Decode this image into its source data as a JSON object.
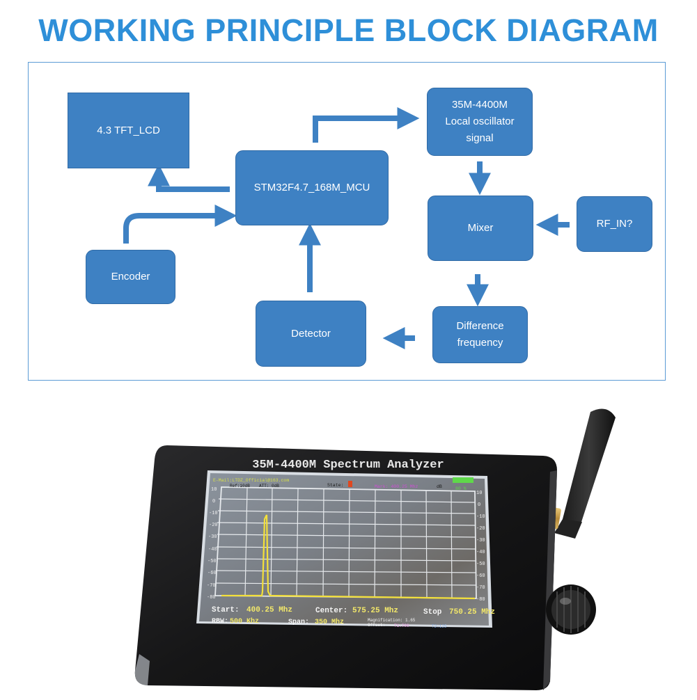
{
  "title": "WORKING PRINCIPLE BLOCK DIAGRAM",
  "colors": {
    "title": "#2e8fd8",
    "block_fill": "#3e81c3",
    "frame": "#5b9bd5"
  },
  "blocks": {
    "lcd": "4.3 TFT_LCD",
    "mcu": "STM32F4.7_168M_MCU",
    "lo": [
      "35M-4400M",
      "Local oscillator",
      "signal"
    ],
    "mixer": "Mixer",
    "rf_in": "RF_IN?",
    "encoder": "Encoder",
    "detector": "Detector",
    "diff": [
      "Difference",
      "frequency"
    ]
  },
  "device": {
    "label": "35M-4400M Spectrum Analyzer",
    "screen": {
      "email": "E-Mail:LTDZ_Official@163.com",
      "ref": "Ref:10dB",
      "att": "ATT: 0dB",
      "state": "State:",
      "mark": "Mark: 400.25 Mhz",
      "db": "dB",
      "battery": "80 %",
      "y_ticks": [
        "10",
        "0",
        "-10",
        "-20",
        "-30",
        "-40",
        "-50",
        "-60",
        "-70",
        "-80"
      ],
      "start_label": "Start:",
      "start_value": "400.25 Mhz",
      "center_label": "Center:",
      "center_value": "575.25 Mhz",
      "stop_label": "Stop",
      "stop_value": "750.25 Mhz",
      "rbw_label": "RBW:",
      "rbw_value": "500 Khz",
      "span_label": "Span:",
      "span_value": "350 Mhz",
      "magnification": "Magnification: 1.65",
      "offset": "Offset:",
      "t1": "T1:700",
      "t2": "T2:125"
    }
  }
}
